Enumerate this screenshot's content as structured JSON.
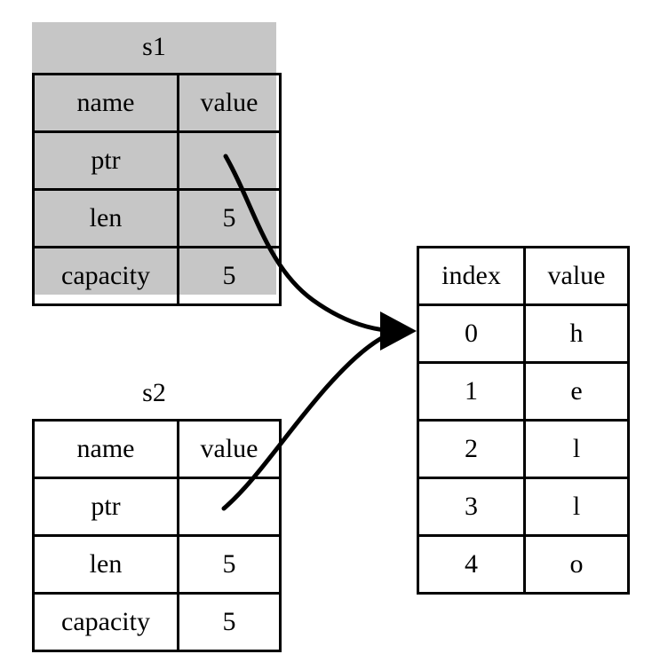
{
  "diagram": {
    "title_s1": "s1",
    "title_s2": "s2",
    "struct_headers": {
      "name": "name",
      "value": "value"
    },
    "s1": {
      "caption": "s1",
      "highlighted": true,
      "highlight_color": "#c6c6c6",
      "rows": [
        {
          "name": "name",
          "value": "value"
        },
        {
          "name": "ptr",
          "value": ""
        },
        {
          "name": "len",
          "value": "5"
        },
        {
          "name": "capacity",
          "value": "5"
        }
      ]
    },
    "s2": {
      "caption": "s2",
      "highlighted": false,
      "rows": [
        {
          "name": "name",
          "value": "value"
        },
        {
          "name": "ptr",
          "value": ""
        },
        {
          "name": "len",
          "value": "5"
        },
        {
          "name": "capacity",
          "value": "5"
        }
      ]
    },
    "buffer": {
      "headers": {
        "index": "index",
        "value": "value"
      },
      "rows": [
        {
          "index": "0",
          "value": "h"
        },
        {
          "index": "1",
          "value": "e"
        },
        {
          "index": "2",
          "value": "l"
        },
        {
          "index": "3",
          "value": "l"
        },
        {
          "index": "4",
          "value": "o"
        }
      ]
    },
    "pointers": [
      {
        "from": "s1.ptr",
        "to": "buffer.row0",
        "style": "curved-arrow"
      },
      {
        "from": "s2.ptr",
        "to": "buffer.row0",
        "style": "curved-arrow"
      }
    ],
    "colors": {
      "stroke": "#000000",
      "background": "#ffffff",
      "highlight": "#c6c6c6"
    }
  }
}
